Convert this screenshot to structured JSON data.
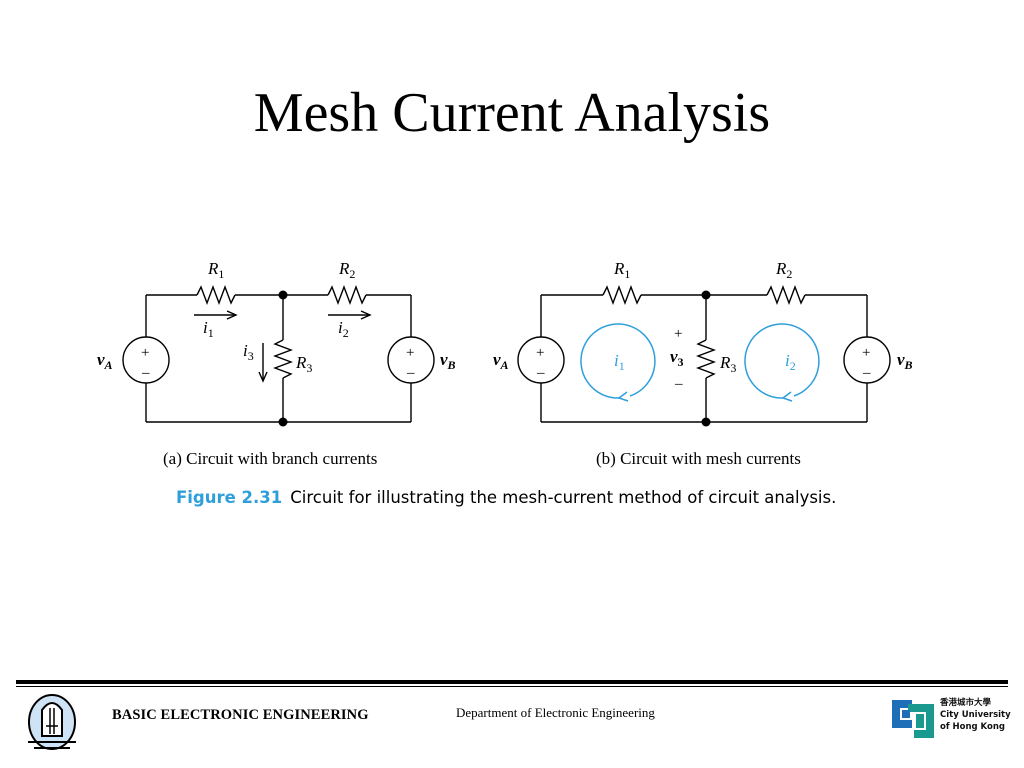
{
  "slide": {
    "title": "Mesh Current Analysis"
  },
  "figure": {
    "label": "Figure 2.31",
    "caption": "Circuit for illustrating the mesh-current method of circuit analysis.",
    "caption_a": "(a) Circuit with branch currents",
    "caption_b": "(b) Circuit with mesh currents",
    "circuit_a": {
      "r1": "R",
      "r1_sub": "1",
      "r2": "R",
      "r2_sub": "2",
      "r3": "R",
      "r3_sub": "3",
      "i1": "i",
      "i1_sub": "1",
      "i2": "i",
      "i2_sub": "2",
      "i3": "i",
      "i3_sub": "3",
      "va": "v",
      "va_sub": "A",
      "vb": "v",
      "vb_sub": "B",
      "plus": "+",
      "minus": "–"
    },
    "circuit_b": {
      "r1": "R",
      "r1_sub": "1",
      "r2": "R",
      "r2_sub": "2",
      "r3": "R",
      "r3_sub": "3",
      "v3": "v",
      "v3_sub": "3",
      "mesh1": "i",
      "mesh1_sub": "1",
      "mesh2": "i",
      "mesh2_sub": "2",
      "va": "v",
      "va_sub": "A",
      "vb": "v",
      "vb_sub": "B",
      "plus": "+",
      "minus": "–"
    },
    "mesh_color": "#2f9fdc"
  },
  "footer": {
    "course": "BASIC ELECTRONIC ENGINEERING",
    "department": "Department of Electronic Engineering",
    "university_chinese": "香港城市大學",
    "university_line1": "City University",
    "university_line2": "of Hong Kong"
  },
  "colors": {
    "accent": "#2f9fdc",
    "logo_blue": "#1e6fb8",
    "logo_teal": "#1a9a8f"
  }
}
